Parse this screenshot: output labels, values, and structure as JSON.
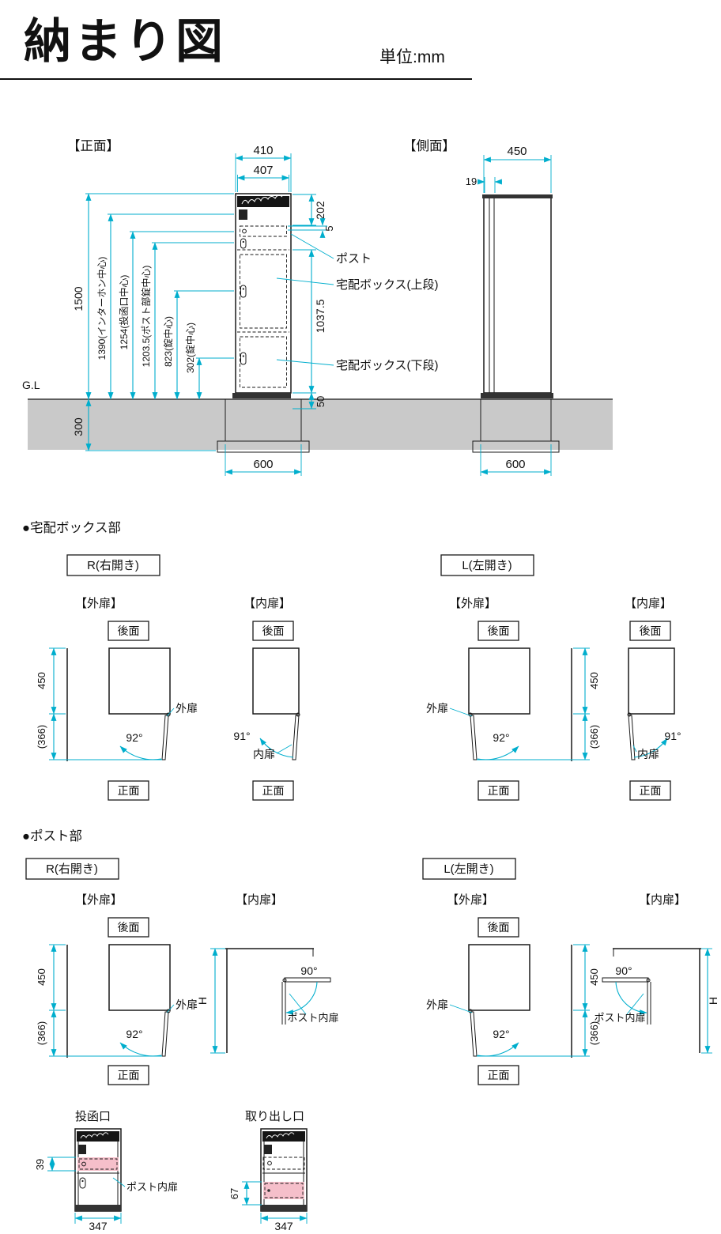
{
  "header": {
    "title": "納まり図",
    "unit": "単位:mm"
  },
  "front_view": {
    "label": "【正面】",
    "dim_410": "410",
    "dim_407": "407",
    "dim_202": "202",
    "dim_5": "5",
    "dim_1500": "1500",
    "dim_1390": "1390(インターホン中心)",
    "dim_1254": "1254(投函口中心)",
    "dim_1203": "1203.5(ポスト部錠中心)",
    "dim_823": "823(錠中心)",
    "dim_302": "302(錠中心)",
    "dim_1037": "1037.5",
    "dim_300": "300",
    "dim_50": "50",
    "dim_600": "600",
    "gl": "G.L",
    "label_post": "ポスト",
    "label_upper": "宅配ボックス(上段)",
    "label_lower": "宅配ボックス(下段)"
  },
  "side_view": {
    "label": "【側面】",
    "dim_450": "450",
    "dim_19": "19",
    "dim_600": "600"
  },
  "delivery_section": {
    "heading": "●宅配ボックス部",
    "right_label": "R(右開き)",
    "left_label": "L(左開き)",
    "outer_label": "【外扉】",
    "inner_label": "【内扉】",
    "rear": "後面",
    "front": "正面",
    "dim_450": "450",
    "dim_366": "(366)",
    "angle_outer": "92°",
    "angle_inner": "91°",
    "outer_door": "外扉",
    "inner_door": "内扉"
  },
  "post_section": {
    "heading": "●ポスト部",
    "right_label": "R(右開き)",
    "left_label": "L(左開き)",
    "outer_label": "【外扉】",
    "inner_label": "【内扉】",
    "rear": "後面",
    "front": "正面",
    "dim_450": "450",
    "dim_366": "(366)",
    "angle_outer": "92°",
    "angle_inner": "90°",
    "outer_door": "外扉",
    "inner_door_label": "ポスト内扉",
    "dim_h": "H"
  },
  "bottom_section": {
    "mail_slot_title": "投函口",
    "pickup_title": "取り出し口",
    "dim_39": "39",
    "dim_67": "67",
    "dim_347": "347",
    "inner_door_label": "ポスト内扉"
  },
  "colors": {
    "dimension_line": "#00aecd",
    "ground": "#c9c9c9",
    "highlight_pink": "#f5bfca"
  }
}
